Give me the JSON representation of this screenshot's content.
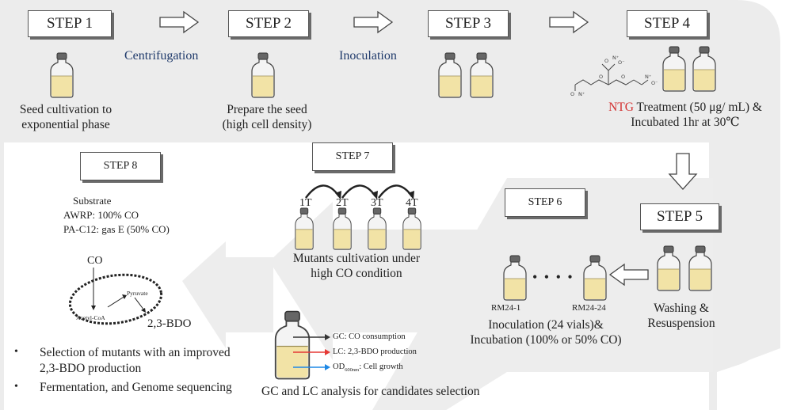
{
  "steps": {
    "s1": "STEP 1",
    "s2": "STEP 2",
    "s3": "STEP 3",
    "s4": "STEP 4",
    "s5": "STEP 5",
    "s6": "STEP 6",
    "s7": "STEP 7",
    "s8": "STEP 8"
  },
  "labels": {
    "centrifugation": "Centrifugation",
    "inoculation": "Inoculation",
    "step1_caption_l1": "Seed cultivation to",
    "step1_caption_l2": "exponential phase",
    "step2_caption_l1": "Prepare the seed",
    "step2_caption_l2": "(high cell density)",
    "step4_ntg": "NTG",
    "step4_caption_rest": " Treatment (50 μg/ mL) &",
    "step4_caption_l2": "Incubated 1hr at 30℃",
    "step5_caption_l1": "Washing &",
    "step5_caption_l2": "Resuspension",
    "rm_first": "RM24-1",
    "rm_last": "RM24-24",
    "dots": "• • • •",
    "step6_caption_l1": "Inoculation (24 vials)&",
    "step6_caption_l2": "Incubation (100% or 50% CO)",
    "transfers": [
      "1T",
      "2T",
      "3T",
      "4T"
    ],
    "step7_caption_l1": "Mutants cultivation under",
    "step7_caption_l2": "high CO condition",
    "substrate": "Substrate",
    "awrp": "AWRP: 100% CO",
    "pac12": "PA-C12: gas E (50% CO)",
    "co": "CO",
    "pyruvate": "Pyruvate",
    "acetyl": "Acetyl-CoA",
    "bdo": "2,3-BDO",
    "gc": "GC: CO consumption",
    "lc": "LC: 2,3-BDO production",
    "od": "OD",
    "od_sub": "600nm",
    "od_rest": ": Cell growth",
    "analysis": "GC and LC analysis for candidates selection",
    "bullet1_l1": "Selection of mutants with an improved",
    "bullet1_l2": "2,3-BDO production",
    "bullet2": "Fermentation, and Genome sequencing",
    "bullet_char": "•"
  },
  "colors": {
    "background_band": "#ececec",
    "liquid": "#f2e3a6",
    "ntg": "#d32f2f",
    "gc_arrow": "#333333",
    "lc_arrow": "#e53935",
    "od_arrow": "#1e88e5"
  }
}
